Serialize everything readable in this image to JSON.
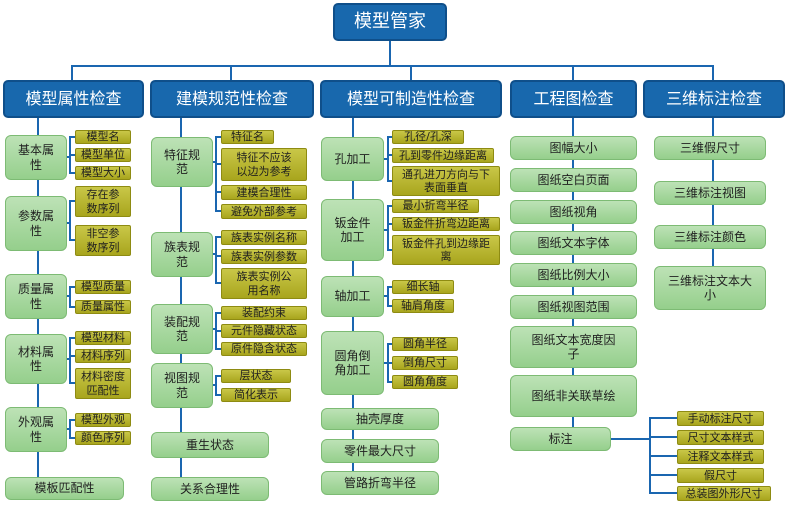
{
  "root": "模型管家",
  "columns": [
    {
      "title": "模型属性检查",
      "groups": [
        {
          "label": "基本属\n性",
          "items": [
            "模型名",
            "模型单位",
            "模型大小"
          ]
        },
        {
          "label": "参数属\n性",
          "items": [
            "存在参\n数序列",
            "非空参\n数序列"
          ]
        },
        {
          "label": "质量属\n性",
          "items": [
            "模型质量",
            "质量属性"
          ]
        },
        {
          "label": "材料属\n性",
          "items": [
            "模型材料",
            "材料序列",
            "材料密度\n匹配性"
          ]
        },
        {
          "label": "外观属\n性",
          "items": [
            "模型外观",
            "颜色序列"
          ]
        }
      ],
      "bottom": [
        "模板匹配性"
      ]
    },
    {
      "title": "建模规范性检查",
      "groups": [
        {
          "label": "特征规\n范",
          "items": [
            "特征名",
            "特征不应该\n以边为参考",
            "建模合理性",
            "避免外部参考"
          ]
        },
        {
          "label": "族表规\n范",
          "items": [
            "族表实例名称",
            "族表实例参数",
            "族表实例公\n用名称"
          ]
        },
        {
          "label": "装配规\n范",
          "items": [
            "装配约束",
            "元件隐藏状态",
            "原件隐含状态"
          ]
        },
        {
          "label": "视图规\n范",
          "items": [
            "层状态",
            "简化表示"
          ]
        }
      ],
      "bottom": [
        "重生状态",
        "关系合理性"
      ]
    },
    {
      "title": "模型可制造性检查",
      "groups": [
        {
          "label": "孔加工",
          "items": [
            "孔径/孔深",
            "孔到零件边缘距离",
            "通孔进刀方向与下\n表面垂直"
          ]
        },
        {
          "label": "钣金件\n加工",
          "items": [
            "最小折弯半径",
            "钣金件折弯边距离",
            "钣金件孔到边缘距\n离"
          ]
        },
        {
          "label": "轴加工",
          "items": [
            "细长轴",
            "轴肩角度"
          ]
        },
        {
          "label": "圆角倒\n角加工",
          "items": [
            "圆角半径",
            "倒角尺寸",
            "圆角角度"
          ]
        }
      ],
      "bottom": [
        "抽壳厚度",
        "零件最大尺寸",
        "管路折弯半径"
      ]
    },
    {
      "title": "工程图检查",
      "items": [
        "图幅大小",
        "图纸空白页面",
        "图纸视角",
        "图纸文本字体",
        "图纸比例大小",
        "图纸视图范围",
        "图纸文本宽度因\n子",
        "图纸非关联草绘",
        "标注"
      ],
      "sub_items": [
        "手动标注尺寸",
        "尺寸文本样式",
        "注释文本样式",
        "假尺寸",
        "总装图外形尺寸"
      ]
    },
    {
      "title": "三维标注检查",
      "items": [
        "三维假尺寸",
        "三维标注视图",
        "三维标注颜色",
        "三维标注文本大\n小"
      ]
    }
  ],
  "colors": {
    "primary": "#1868ad",
    "connector": "#1a66b0",
    "node_green": "#b3dcab",
    "node_olive": "#b8b62e"
  }
}
